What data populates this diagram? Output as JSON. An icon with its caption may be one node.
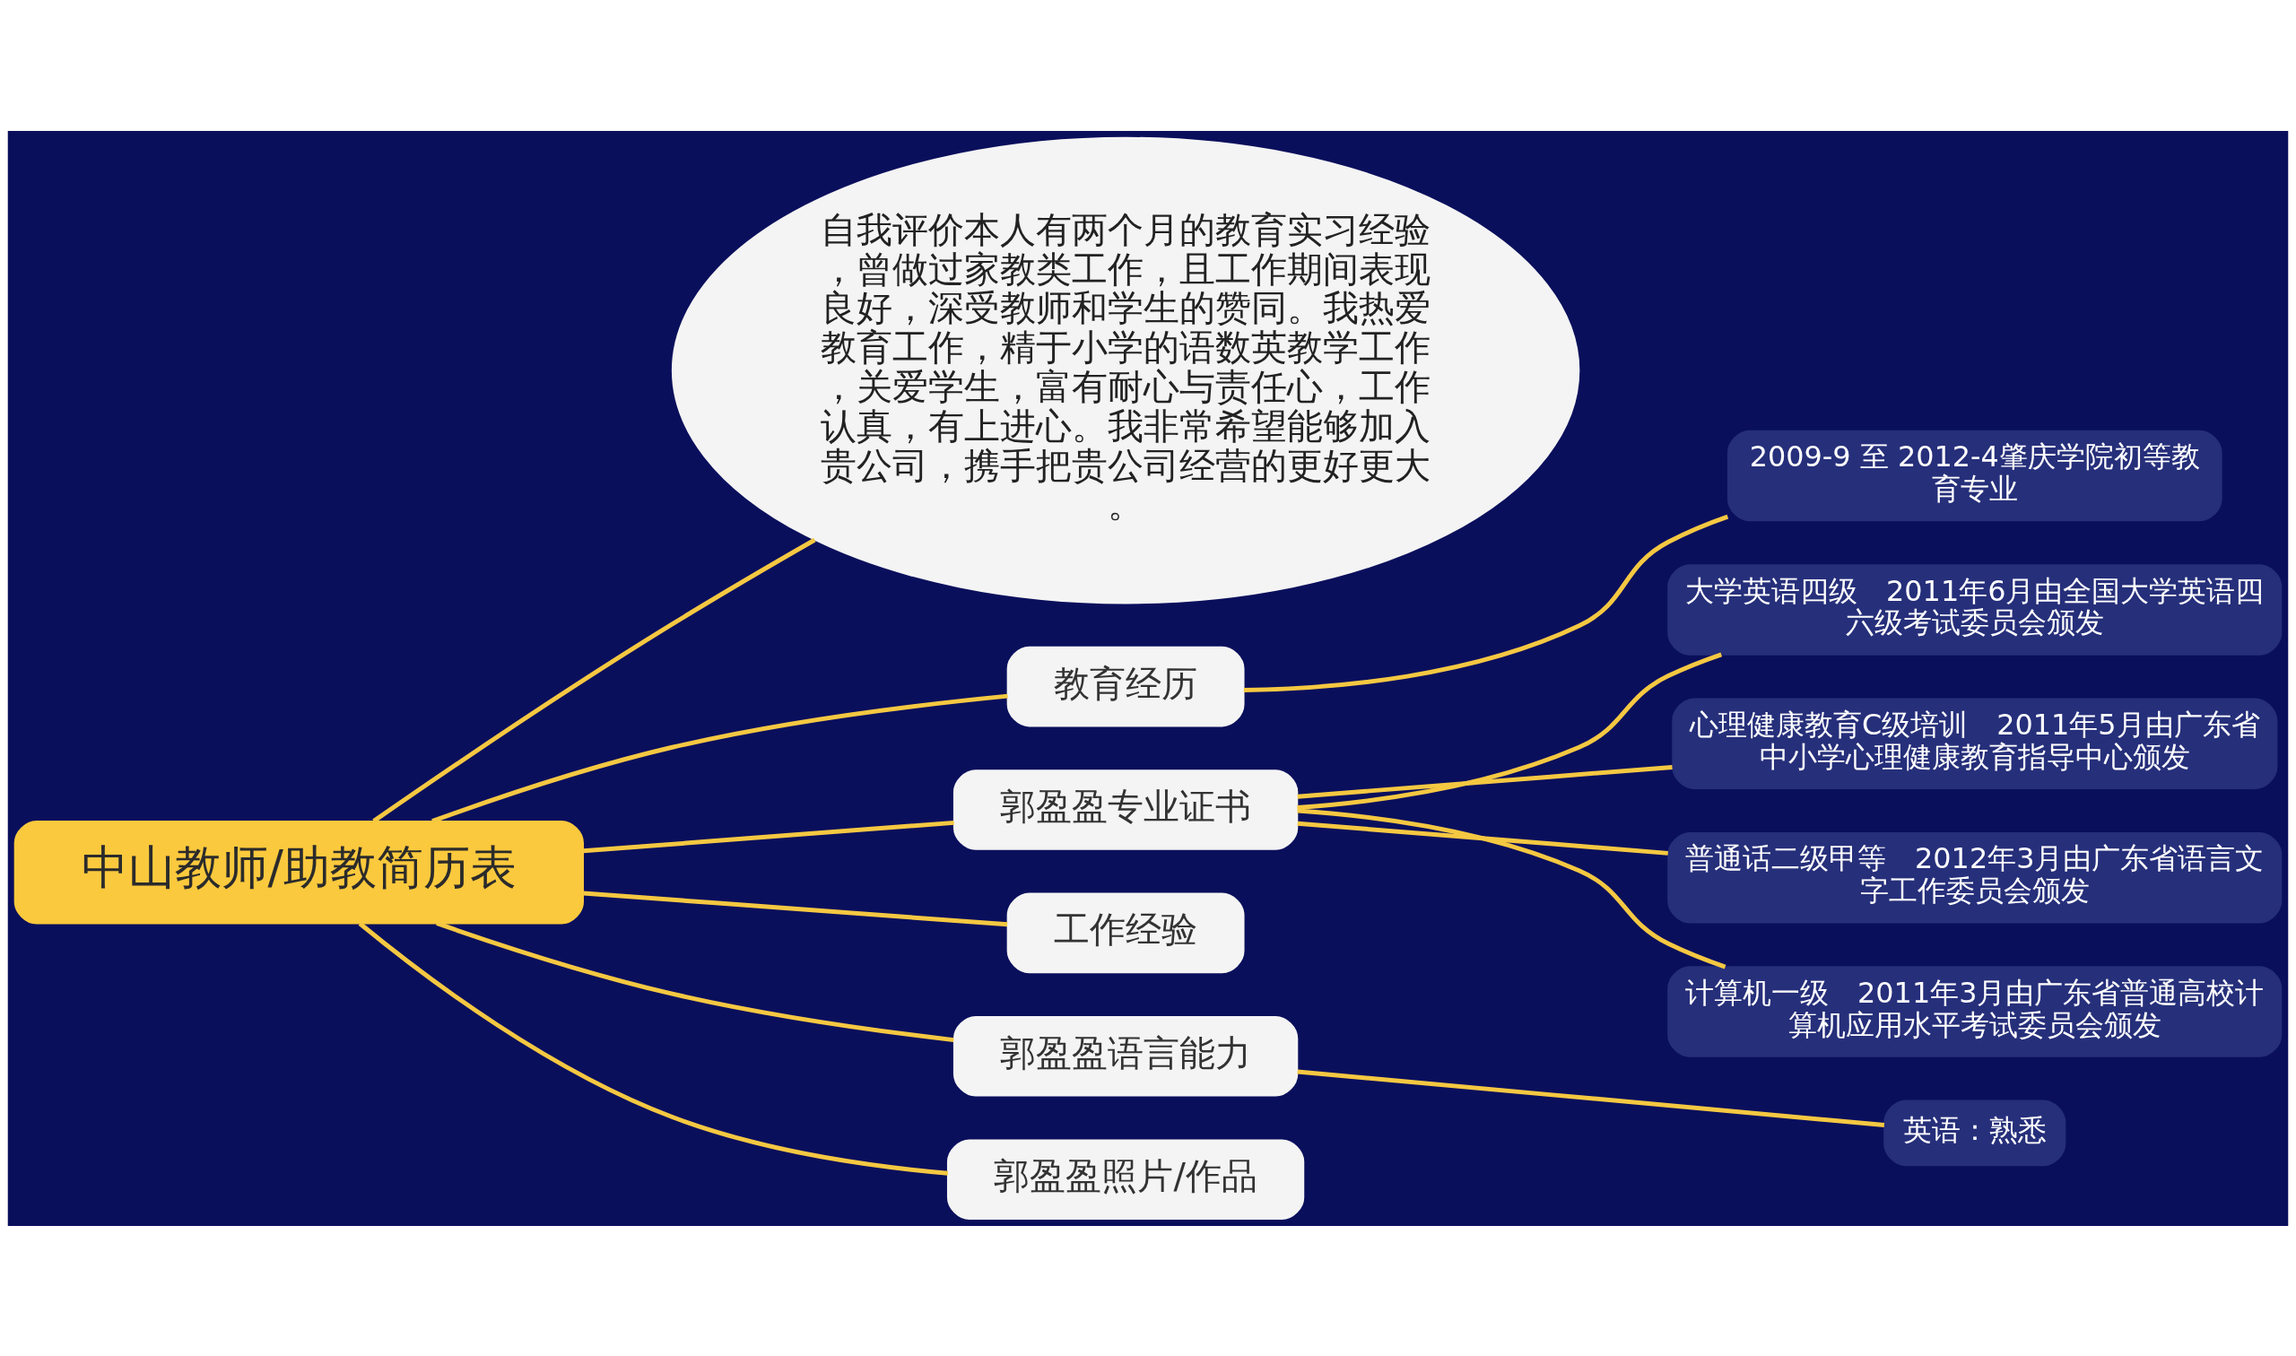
{
  "diagram": {
    "nodes": [
      {
        "text": [
          "中山教师/助教简历表"
        ]
      },
      {
        "text": [
          "自我评价本人有两个月的教育实习经验，曾做过家教类工作，且工作期间表现良好，深受教师和学生的赞同。我热爱教育工作，精于小学的语数英教学工作，关爱学生，富有耐心与责任心，工作认真，有上进心。我非常希望能够加入贵公司，携手把贵公司经营的更好更大。"
        ]
      },
      {
        "text": [
          "教育经历"
        ]
      },
      {
        "text": [
          "2009-9 至 2012-4肇庆学院初等教育专业"
        ]
      },
      {
        "text": [
          "郭盈盈专业证书"
        ]
      },
      {
        "text": [
          "大学英语四级　2011年6月由全国大学英语四六级考试委员会颁发"
        ]
      },
      {
        "text": [
          "心理健康教育C级培训　2011年5月由广东省中小学心理健康教育指导中心颁发"
        ]
      },
      {
        "text": [
          "普通话二级甲等　2012年3月由广东省语言文字工作委员会颁发"
        ]
      },
      {
        "text": [
          "计算机一级　2011年3月由广东省普通高校计算机应用水平考试委员会颁发"
        ]
      },
      {
        "text": [
          "工作经验"
        ]
      },
      {
        "text": [
          "郭盈盈语言能力"
        ]
      },
      {
        "text": [
          "英语：熟悉"
        ]
      },
      {
        "text": [
          "郭盈盈照片/作品"
        ]
      }
    ],
    "edges": [
      {
        "from": 0,
        "to": 1,
        "arrow": "none"
      },
      {
        "from": 0,
        "to": 2,
        "arrow": "none"
      },
      {
        "from": 2,
        "to": 3,
        "arrow": "none"
      },
      {
        "from": 0,
        "to": 4,
        "arrow": "none"
      },
      {
        "from": 4,
        "to": 5,
        "arrow": "none"
      },
      {
        "from": 4,
        "to": 6,
        "arrow": "none"
      },
      {
        "from": 4,
        "to": 7,
        "arrow": "none"
      },
      {
        "from": 4,
        "to": 8,
        "arrow": "none"
      },
      {
        "from": 0,
        "to": 9,
        "arrow": "none"
      },
      {
        "from": 0,
        "to": 10,
        "arrow": "none"
      },
      {
        "from": 10,
        "to": 11,
        "arrow": "none"
      },
      {
        "from": 0,
        "to": 12,
        "arrow": "none"
      }
    ]
  }
}
